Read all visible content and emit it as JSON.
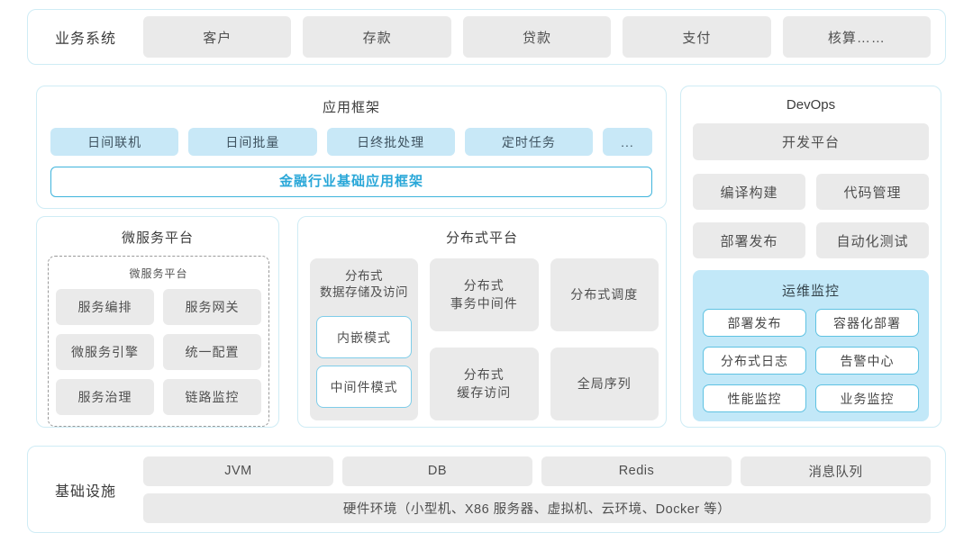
{
  "business_systems": {
    "label": "业务系统",
    "items": [
      "客户",
      "存款",
      "贷款",
      "支付",
      "核算……"
    ]
  },
  "app_framework": {
    "title": "应用框架",
    "modules": [
      "日间联机",
      "日间批量",
      "日终批处理",
      "定时任务",
      "..."
    ],
    "base_framework": "金融行业基础应用框架"
  },
  "microservice_platform": {
    "title": "微服务平台",
    "inner_title": "微服务平台",
    "items": [
      "服务编排",
      "服务网关",
      "微服务引擎",
      "统一配置",
      "服务治理",
      "链路监控"
    ]
  },
  "distributed_platform": {
    "title": "分布式平台",
    "storage": {
      "title": "分布式\n数据存储及访问",
      "modes": [
        "内嵌模式",
        "中间件模式"
      ]
    },
    "middle_column": [
      "分布式\n事务中间件",
      "分布式\n缓存访问"
    ],
    "right_column": [
      "分布式调度",
      "全局序列"
    ]
  },
  "devops": {
    "title": "DevOps",
    "platform": "开发平台",
    "tools": [
      "编译构建",
      "代码管理",
      "部署发布",
      "自动化测试"
    ],
    "monitoring": {
      "title": "运维监控",
      "items": [
        "部署发布",
        "容器化部署",
        "分布式日志",
        "告警中心",
        "性能监控",
        "业务监控"
      ]
    }
  },
  "infrastructure": {
    "label": "基础设施",
    "items": [
      "JVM",
      "DB",
      "Redis",
      "消息队列"
    ],
    "hardware": "硬件环境（小型机、X86 服务器、虚拟机、云环境、Docker 等）"
  },
  "colors": {
    "panel_border": "#cfecf5",
    "gray_box": "#eaeaea",
    "blue_box": "#c8e8f7",
    "accent_blue": "#29a7d8",
    "monitor_bg": "#c2e8f8",
    "monitor_box_border": "#5fc2e2"
  }
}
